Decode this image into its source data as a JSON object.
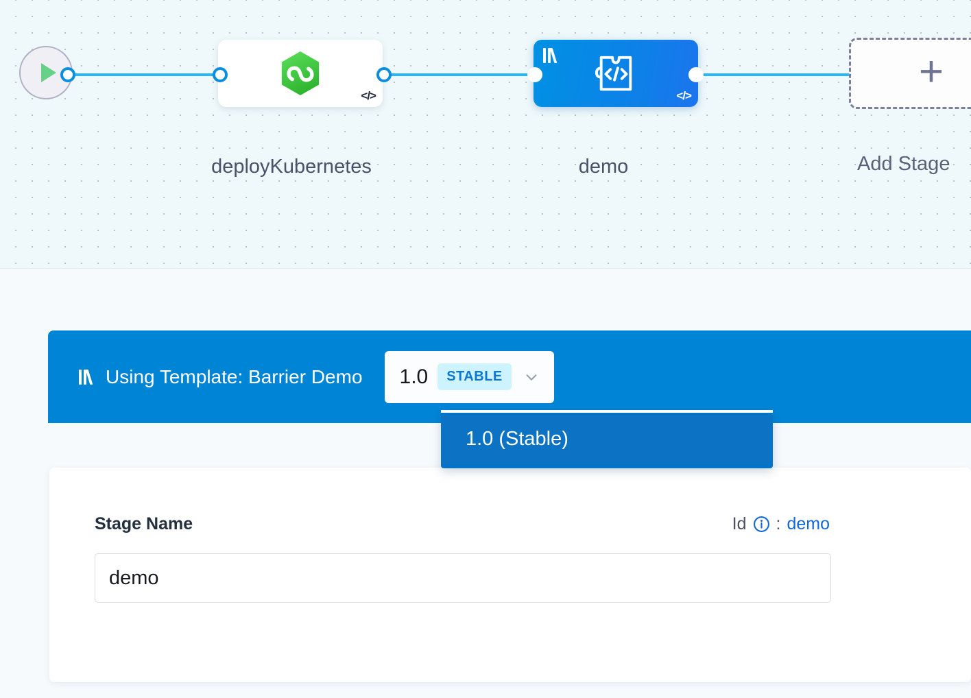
{
  "canvas": {
    "start_node": {
      "icon": "play-icon"
    },
    "nodes": [
      {
        "label": "deployKubernetes",
        "icon": "harness-cd-hexagon-icon",
        "code_badge": "</>",
        "selected": false
      },
      {
        "label": "demo",
        "icon": "template-code-puzzle-icon",
        "code_badge": "</>",
        "template_icon": "template-library-icon",
        "selected": true
      }
    ],
    "add_stage": {
      "label": "Add Stage",
      "icon": "plus-icon"
    }
  },
  "template_banner": {
    "icon": "template-library-icon",
    "text": "Using Template: Barrier Demo",
    "version_selector": {
      "version": "1.0",
      "badge": "STABLE",
      "chevron": "chevron-down-icon"
    },
    "dropdown": {
      "options": [
        {
          "label": "1.0 (Stable)",
          "selected": true
        }
      ]
    }
  },
  "stage_form": {
    "name_label": "Stage Name",
    "id_label": "Id",
    "id_info_icon": "info-circle-icon",
    "id_separator": ":",
    "id_value": "demo",
    "name_input_value": "demo",
    "name_input_placeholder": "Stage Name"
  },
  "colors": {
    "accent_blue": "#0085D6",
    "node_selected_blue": "#0091E4",
    "port_blue": "#0B8DE0",
    "connection_blue": "#29B5F6",
    "badge_bg": "#CDF4FE",
    "badge_text": "#0A77D4",
    "canvas_bg": "#EFF9FB",
    "panel_bg": "#F7FAFD",
    "link_blue": "#1168D8",
    "dashed_border": "#7B7F9E",
    "harness_green": "#45C93A"
  }
}
